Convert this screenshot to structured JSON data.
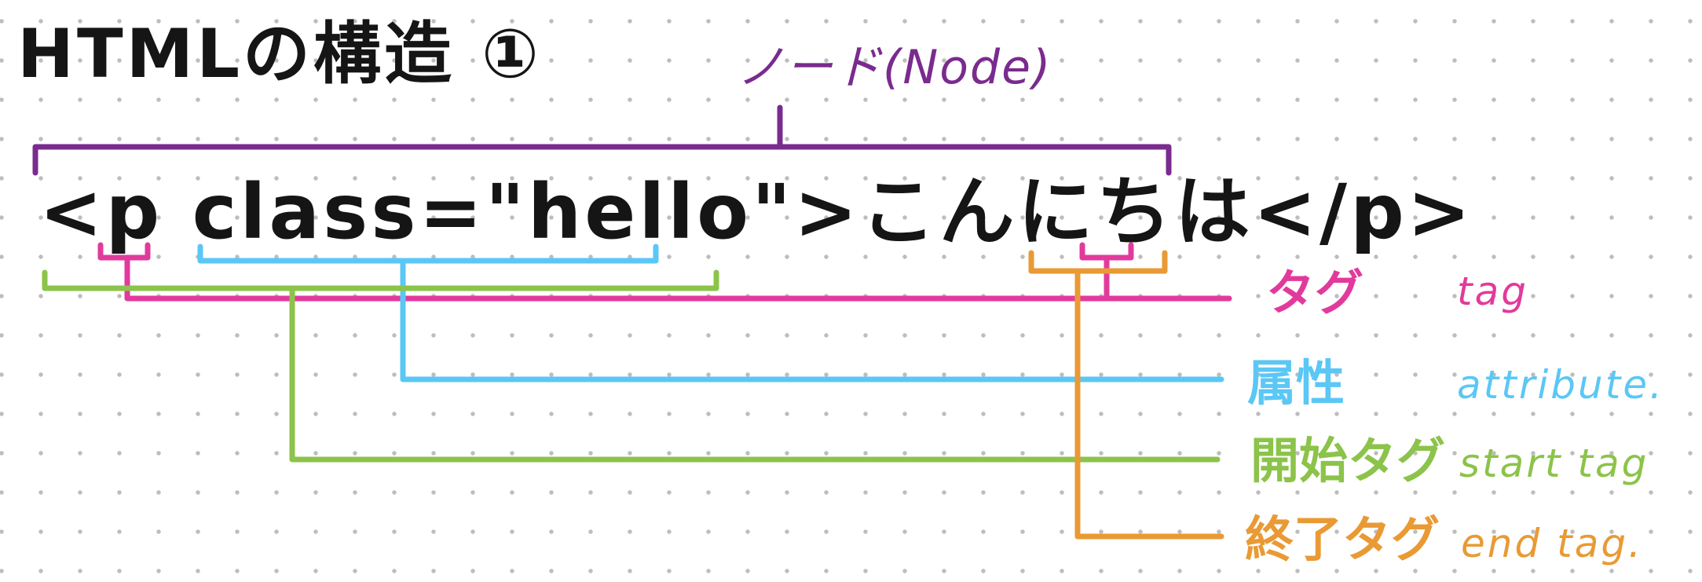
{
  "title": "HTMLの構造 ①",
  "node_label": "ノード(Node)",
  "code_line": "<p class=\"hello\">こんにちは</p>",
  "legend": [
    {
      "jp": "タグ",
      "en": "tag",
      "color": "#e23a9c"
    },
    {
      "jp": "属性",
      "en": "attribute.",
      "color": "#5bc7f5"
    },
    {
      "jp": "開始タグ",
      "en": "start tag",
      "color": "#8cc34a"
    },
    {
      "jp": "終了タグ",
      "en": "end tag.",
      "color": "#e99a35"
    }
  ],
  "colors": {
    "node": "#7a2b8e",
    "ink": "#151515",
    "grid_dot": "#bdbdbd"
  }
}
